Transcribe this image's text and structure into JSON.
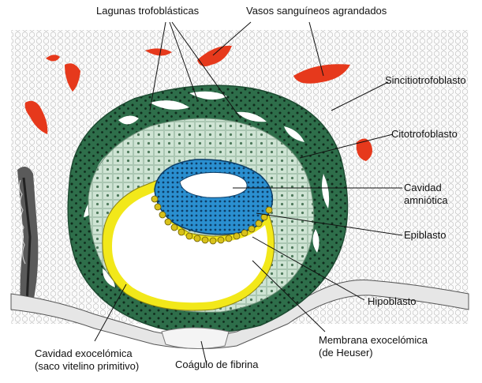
{
  "labels": {
    "lagunas": "Lagunas trofoblásticas",
    "vasos": "Vasos sanguíneos agrandados",
    "sincitio": "Sincitiotrofoblasto",
    "citotrofo": "Citotrofoblasto",
    "cavidad_amn_1": "Cavidad",
    "cavidad_amn_2": "amniótica",
    "epiblasto": "Epiblasto",
    "hipoblasto": "Hipoblasto",
    "membrana_1": "Membrana exocelómica",
    "membrana_2": "(de Heuser)",
    "coagulo": "Coágulo de fibrina",
    "exocel_1": "Cavidad exocelómica",
    "exocel_2": "(saco vitelino primitivo)"
  },
  "colors": {
    "syncytiotrophoblast": "#2e6e4a",
    "cytotrophoblast": "#cfe4d4",
    "amniotic_epiblast": "#2a8fd0",
    "hypoblast": "#d8c11a",
    "heuser_membrane": "#f2e81a",
    "blood_vessels": "#e6391c"
  }
}
